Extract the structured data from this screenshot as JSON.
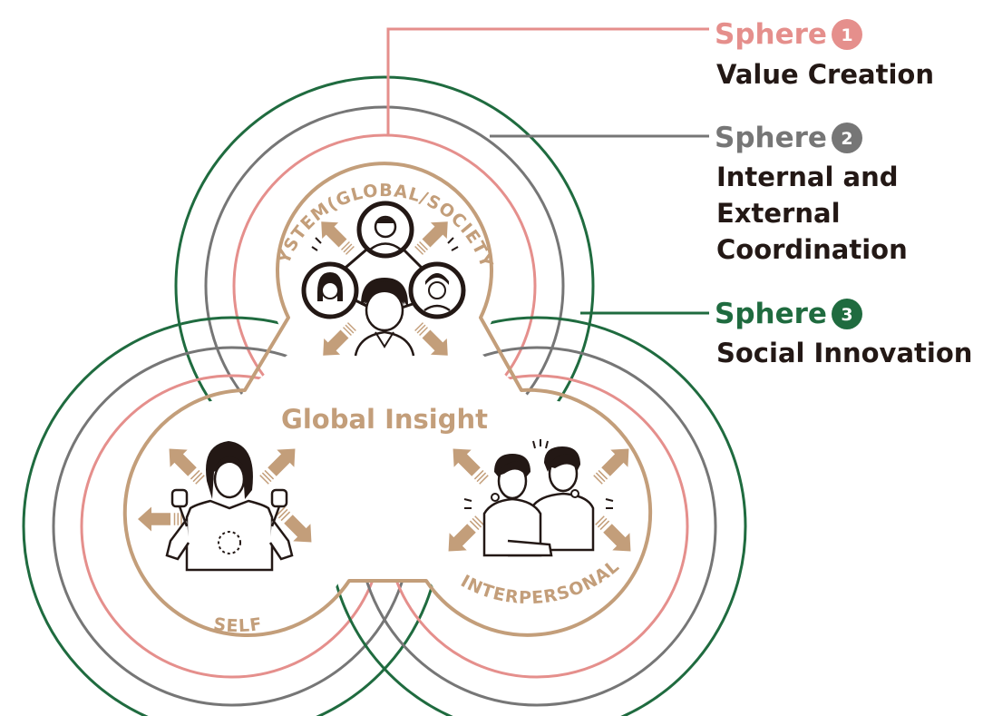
{
  "colors": {
    "pink": "#e58f8c",
    "gray": "#767676",
    "green": "#1f6b3f",
    "tan": "#c39e7a",
    "tan_dark": "#b7906a",
    "ink": "#231815"
  },
  "spheres": [
    {
      "word": "Sphere",
      "number": "1",
      "lines": [
        "Value Creation"
      ],
      "color": "#e58f8c"
    },
    {
      "word": "Sphere",
      "number": "2",
      "lines": [
        "Internal and",
        "External",
        "Coordination"
      ],
      "color": "#767676"
    },
    {
      "word": "Sphere",
      "number": "3",
      "lines": [
        "Social Innovation"
      ],
      "color": "#1f6b3f"
    }
  ],
  "center": {
    "title": "Global Insight",
    "lobes": {
      "system": "SYSTEM(GLOBAL/SOCIETY)",
      "self": "SELF",
      "interpersonal": "INTERPERSONAL"
    }
  },
  "icons": {
    "system": "group-network-icon",
    "self": "person-cheering-icon",
    "interpersonal": "two-people-icon"
  }
}
